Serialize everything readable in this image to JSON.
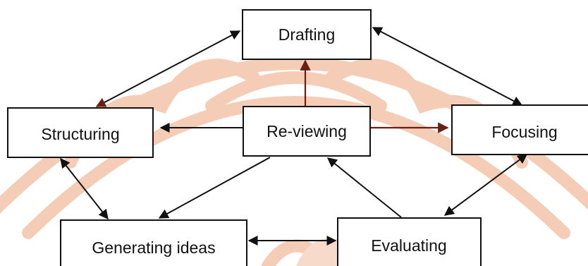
{
  "nodes": {
    "drafting": "Drafting",
    "structuring": "Structuring",
    "reviewing": "Re-viewing",
    "focusing": "Focusing",
    "generating": "Generating ideas",
    "evaluating": "Evaluating"
  },
  "colors": {
    "watermark": "#f4c7ae",
    "arrow_dark": "#111111",
    "arrow_red": "#6b1e12"
  }
}
